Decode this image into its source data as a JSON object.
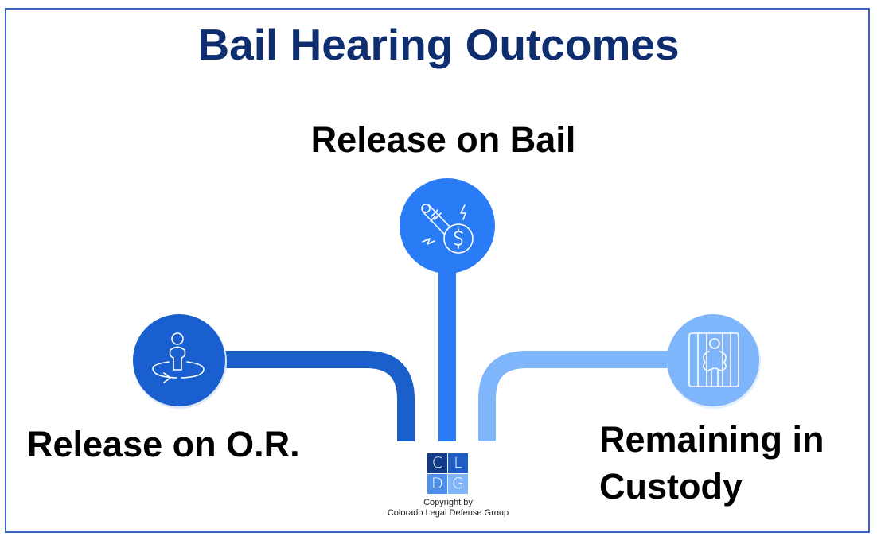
{
  "title": "Bail Hearing Outcomes",
  "outcomes": [
    {
      "id": "or",
      "label": "Release on O.R.",
      "icon": "person-turnaround-icon",
      "color": "#1a5fd0"
    },
    {
      "id": "bail",
      "label": "Release on Bail",
      "icon": "gavel-dollar-icon",
      "color": "#2a7cf6"
    },
    {
      "id": "custody",
      "label_line1": "Remaining in",
      "label_line2": "Custody",
      "icon": "prisoner-bars-icon",
      "color": "#7fb5fa"
    }
  ],
  "logo": {
    "letters": [
      "C",
      "L",
      "D",
      "G"
    ],
    "colors": [
      "#123a86",
      "#1f5cc4",
      "#4d8fe8",
      "#7fb5fa"
    ]
  },
  "copyright": {
    "line1": "Copyright by",
    "line2": "Colorado Legal Defense Group"
  },
  "frame_color": "#3e63c6",
  "title_color": "#0f2e6f"
}
